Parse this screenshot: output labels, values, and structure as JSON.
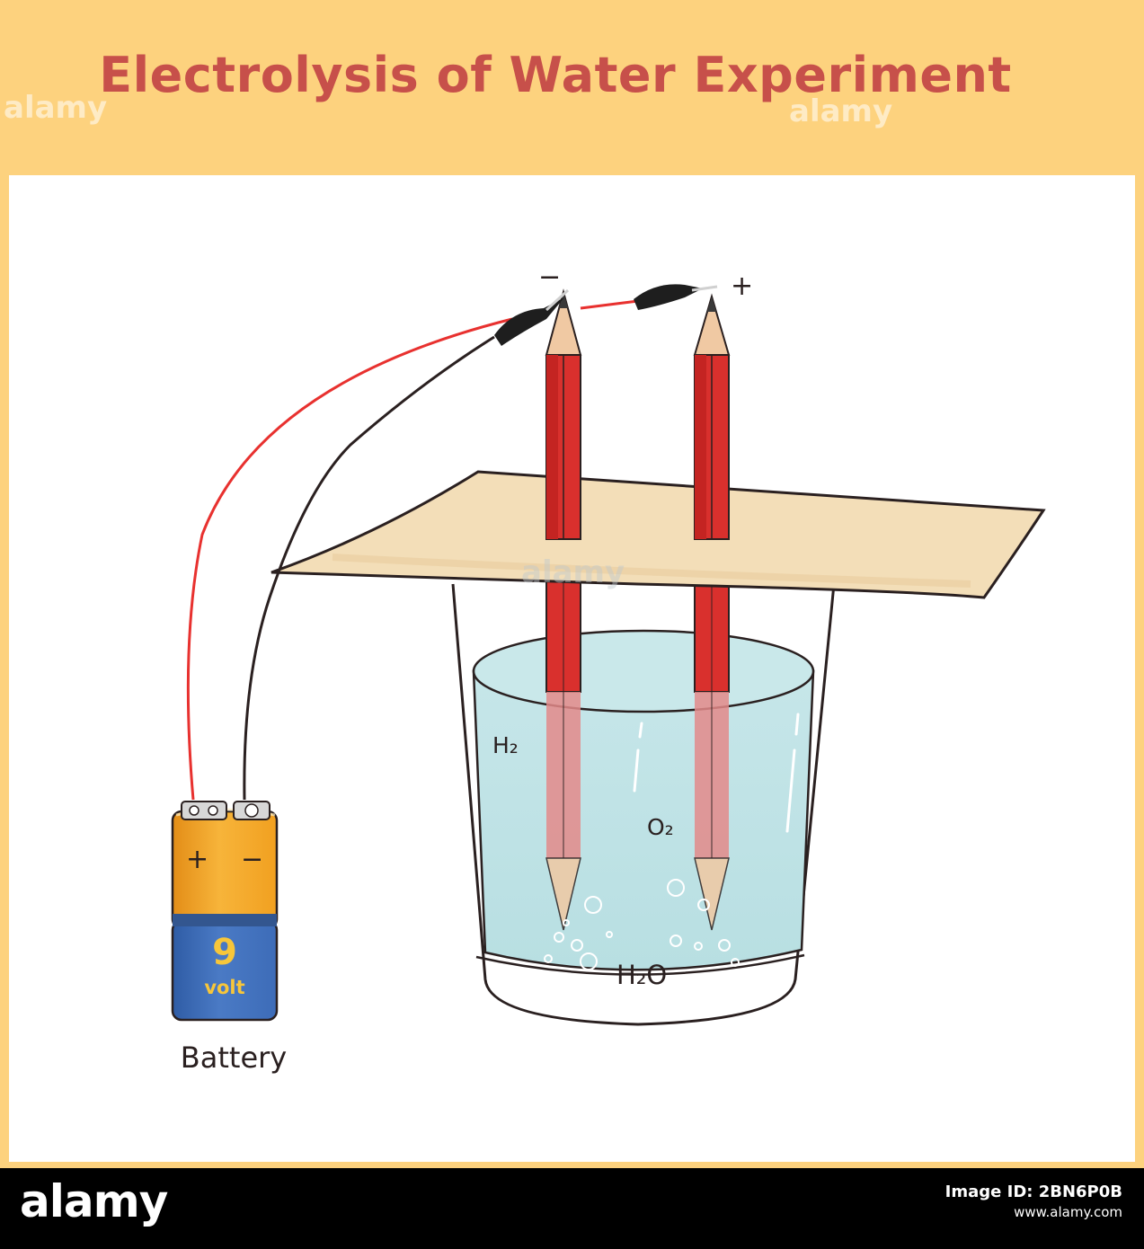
{
  "header": {
    "title": "Electrolysis of Water Experiment"
  },
  "diagram": {
    "labels": {
      "cathode_sign": "−",
      "anode_sign": "+",
      "hydrogen": "H₂",
      "oxygen": "O₂",
      "water": "H₂O",
      "battery_plus": "+",
      "battery_minus": "−",
      "battery_voltage": "9",
      "battery_unit": "volt",
      "battery_caption": "Battery"
    },
    "colors": {
      "frame": "#fdd27e",
      "title": "#c7504a",
      "pencil_red": "#d9302d",
      "water": "#bfe3e6",
      "paper": "#f3deb8",
      "wire_red": "#e8312f",
      "battery_orange": "#f3a31f",
      "battery_blue": "#3f6db8"
    }
  },
  "watermark": "alamy",
  "footer": {
    "logo": "alamy",
    "image_id_label": "Image ID: 2BN6P0B",
    "site": "www.alamy.com"
  }
}
